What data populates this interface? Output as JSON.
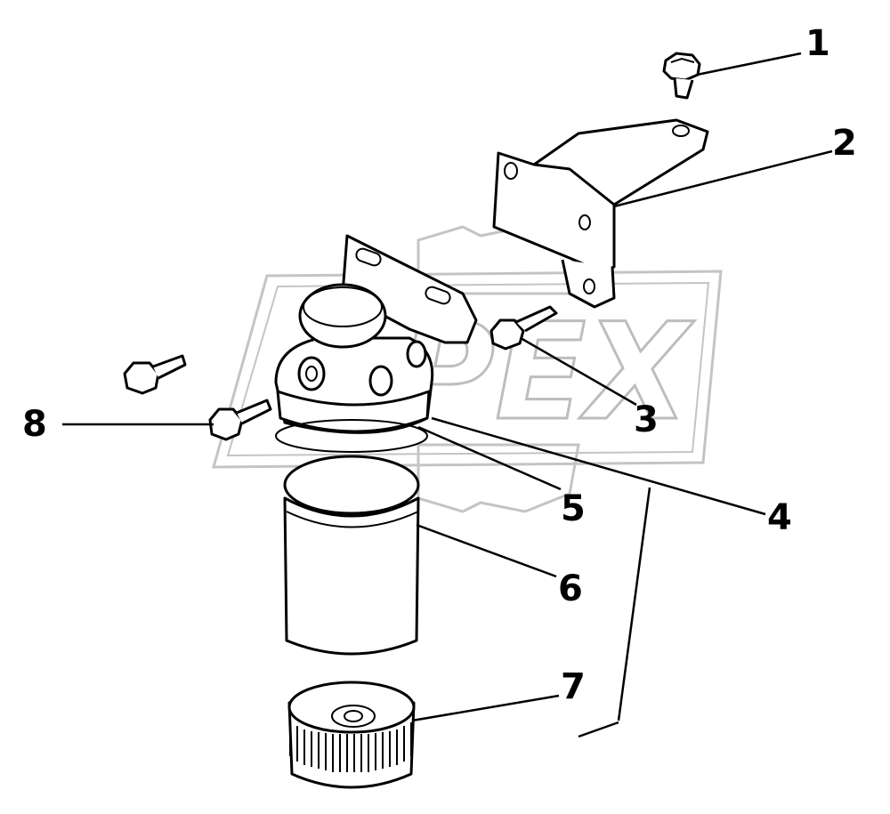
{
  "watermark": {
    "text": "APEX"
  },
  "callouts": [
    {
      "id": "1",
      "label": "1"
    },
    {
      "id": "2",
      "label": "2"
    },
    {
      "id": "3",
      "label": "3"
    },
    {
      "id": "4",
      "label": "4"
    },
    {
      "id": "5",
      "label": "5"
    },
    {
      "id": "6",
      "label": "6"
    },
    {
      "id": "7",
      "label": "7"
    },
    {
      "id": "8",
      "label": "8"
    }
  ]
}
